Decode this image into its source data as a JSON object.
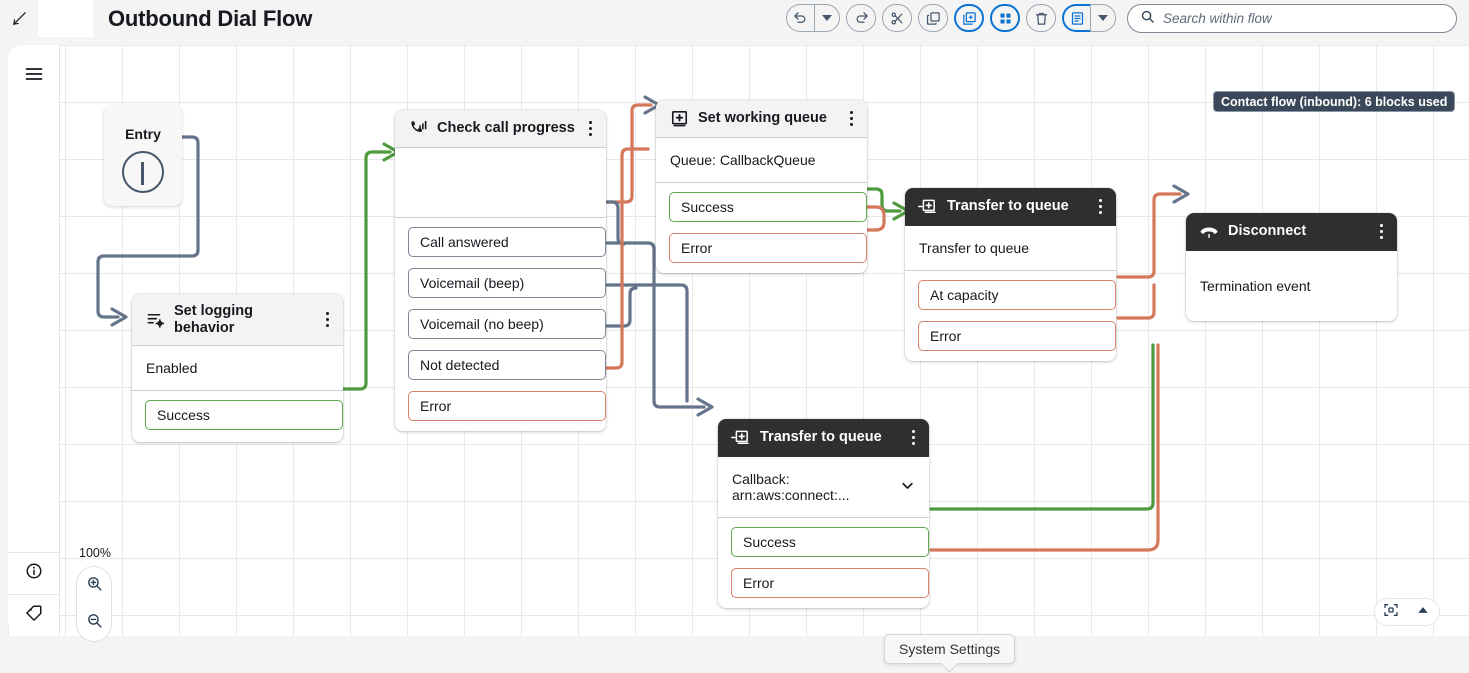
{
  "header": {
    "edit_icon": "pencil-icon",
    "title": "Outbound Dial Flow",
    "toolbar": [
      {
        "name": "undo-button",
        "icon": "undo-icon",
        "label": "Undo"
      },
      {
        "name": "undo-dropdown",
        "icon": "caret-down-icon",
        "label": "Undo history"
      },
      {
        "name": "redo-button",
        "icon": "redo-icon",
        "label": "Redo"
      },
      {
        "name": "cut-button",
        "icon": "scissors-icon",
        "label": "Cut"
      },
      {
        "name": "copy-button",
        "icon": "copy-icon",
        "label": "Copy"
      },
      {
        "name": "duplicate-button",
        "icon": "add-copy-icon",
        "label": "Duplicate"
      },
      {
        "name": "group-button",
        "icon": "grid-squares-icon",
        "label": "Group blocks"
      },
      {
        "name": "delete-button",
        "icon": "trash-icon",
        "label": "Delete"
      },
      {
        "name": "notes-button",
        "icon": "note-icon",
        "label": "Notes"
      },
      {
        "name": "notes-dropdown",
        "icon": "caret-down-icon",
        "label": "Notes options"
      }
    ],
    "search": {
      "placeholder": "Search within flow",
      "value": "",
      "icon": "search-icon"
    }
  },
  "canvas": {
    "blocks_badge": "Contact flow (inbound): 6 blocks used",
    "zoom_level": "100%",
    "zoom_in_icon": "zoom-in-icon",
    "zoom_out_icon": "zoom-out-icon",
    "fit_icon": "fit-to-screen-icon",
    "collapse_icon": "triangle-up-icon",
    "tooltip": "System Settings"
  },
  "rail": {
    "menu_icon": "hamburger-menu-icon",
    "info_icon": "info-circle-icon",
    "tag_icon": "tag-icon"
  },
  "nodes": {
    "entry": {
      "title": "Entry",
      "icon": "entry-circle-icon"
    },
    "logging": {
      "title": "Set logging behavior",
      "icon": "logging-gear-icon",
      "body": "Enabled",
      "ports": [
        {
          "label": "Success",
          "type": "success"
        }
      ]
    },
    "progress": {
      "title": "Check call progress",
      "icon": "phone-signal-icon",
      "body": "",
      "ports": [
        {
          "label": "Call answered",
          "type": "neutral"
        },
        {
          "label": "Voicemail (beep)",
          "type": "neutral"
        },
        {
          "label": "Voicemail (no beep)",
          "type": "neutral"
        },
        {
          "label": "Not detected",
          "type": "neutral"
        },
        {
          "label": "Error",
          "type": "error"
        }
      ]
    },
    "workqueue": {
      "title": "Set working queue",
      "icon": "queue-add-icon",
      "body": "Queue: CallbackQueue",
      "ports": [
        {
          "label": "Success",
          "type": "success"
        },
        {
          "label": "Error",
          "type": "error"
        }
      ]
    },
    "transfer1": {
      "title": "Transfer to queue",
      "icon": "transfer-queue-icon",
      "body": "Transfer to queue",
      "ports": [
        {
          "label": "At capacity",
          "type": "error"
        },
        {
          "label": "Error",
          "type": "error"
        }
      ]
    },
    "disconnect": {
      "title": "Disconnect",
      "icon": "phone-hangup-icon",
      "body": "Termination event"
    },
    "transfer2": {
      "title": "Transfer to queue",
      "icon": "transfer-queue-icon",
      "body": "Callback: arn:aws:connect:...",
      "dropdown_icon": "chevron-down-icon",
      "ports": [
        {
          "label": "Success",
          "type": "success"
        },
        {
          "label": "Error",
          "type": "error"
        }
      ]
    }
  },
  "colors": {
    "edge_neutral": "#64748b",
    "edge_success": "#4e9a3f",
    "edge_error": "#d4775a",
    "header_dark": "#2f2f2f",
    "accent_blue": "#0972d3",
    "badge_bg": "#3b4859"
  }
}
